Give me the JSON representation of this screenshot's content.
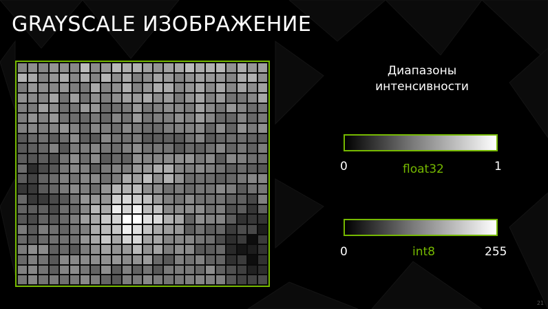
{
  "title": "GRAYSCALE ИЗОБРАЖЕНИЕ",
  "accent_color": "#76b900",
  "ranges": {
    "heading_line1": "Диапазоны",
    "heading_line2": "интенсивности",
    "float32": {
      "type_label": "float32",
      "min": "0",
      "max": "1"
    },
    "int8": {
      "type_label": "int8",
      "min": "0",
      "max": "255"
    }
  },
  "pixel_grid": {
    "rows": 22,
    "cols": 24
  },
  "slide_number": "21"
}
